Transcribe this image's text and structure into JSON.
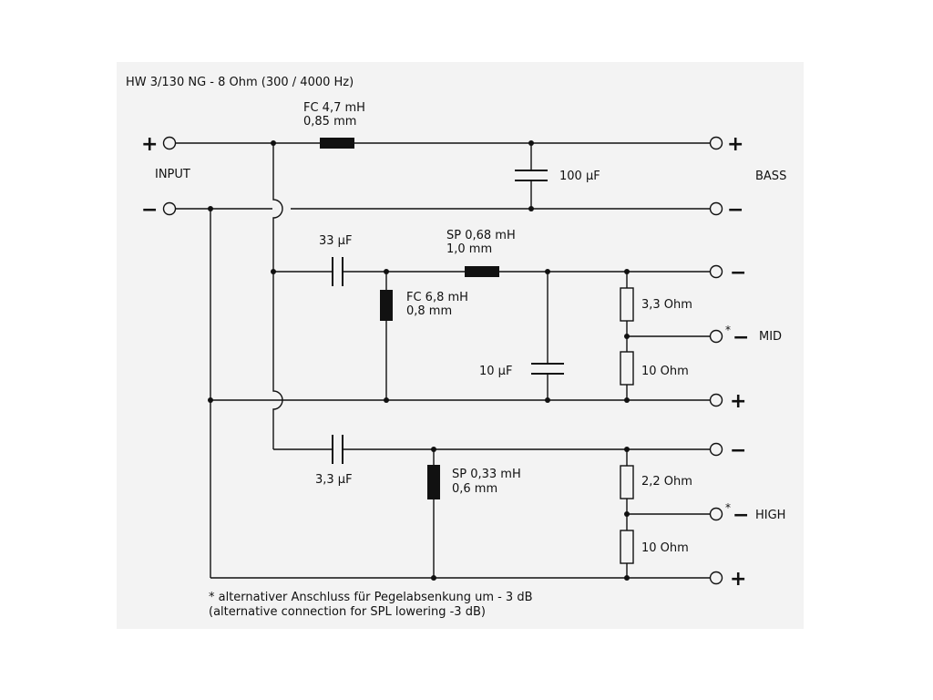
{
  "title": "HW 3/130 NG - 8 Ohm  (300 / 4000 Hz)",
  "input": {
    "label": "INPUT",
    "plus": "+",
    "minus": "−"
  },
  "outputs": {
    "bass": {
      "label": "BASS",
      "plus": "+",
      "minus": "−"
    },
    "mid": {
      "label": "MID",
      "plus": "+",
      "minus": "−",
      "alt_marker": "*",
      "alt_minus": "−"
    },
    "high": {
      "label": "HIGH",
      "plus": "+",
      "minus": "−",
      "alt_marker": "*",
      "alt_minus": "−"
    }
  },
  "components": {
    "fc_bass": {
      "line1": "FC 4,7 mH",
      "line2": "0,85 mm"
    },
    "c_bass": {
      "value": "100 µF"
    },
    "c_mid_series": {
      "value": "33 µF"
    },
    "fc_mid": {
      "line1": "FC 6,8 mH",
      "line2": "0,8 mm"
    },
    "sp_mid": {
      "line1": "SP 0,68 mH",
      "line2": "1,0 mm"
    },
    "c_mid_shunt": {
      "value": "10 µF"
    },
    "r_mid_top": {
      "value": "3,3 Ohm"
    },
    "r_mid_bottom": {
      "value": "10 Ohm"
    },
    "c_high_series": {
      "value": "3,3 µF"
    },
    "sp_high": {
      "line1": "SP 0,33 mH",
      "line2": "0,6 mm"
    },
    "r_high_top": {
      "value": "2,2 Ohm"
    },
    "r_high_bottom": {
      "value": "10 Ohm"
    }
  },
  "footnote": {
    "line1": "* alternativer Anschluss für Pegelabsenkung um - 3 dB",
    "line2": "(alternative connection for SPL lowering  -3 dB)"
  }
}
